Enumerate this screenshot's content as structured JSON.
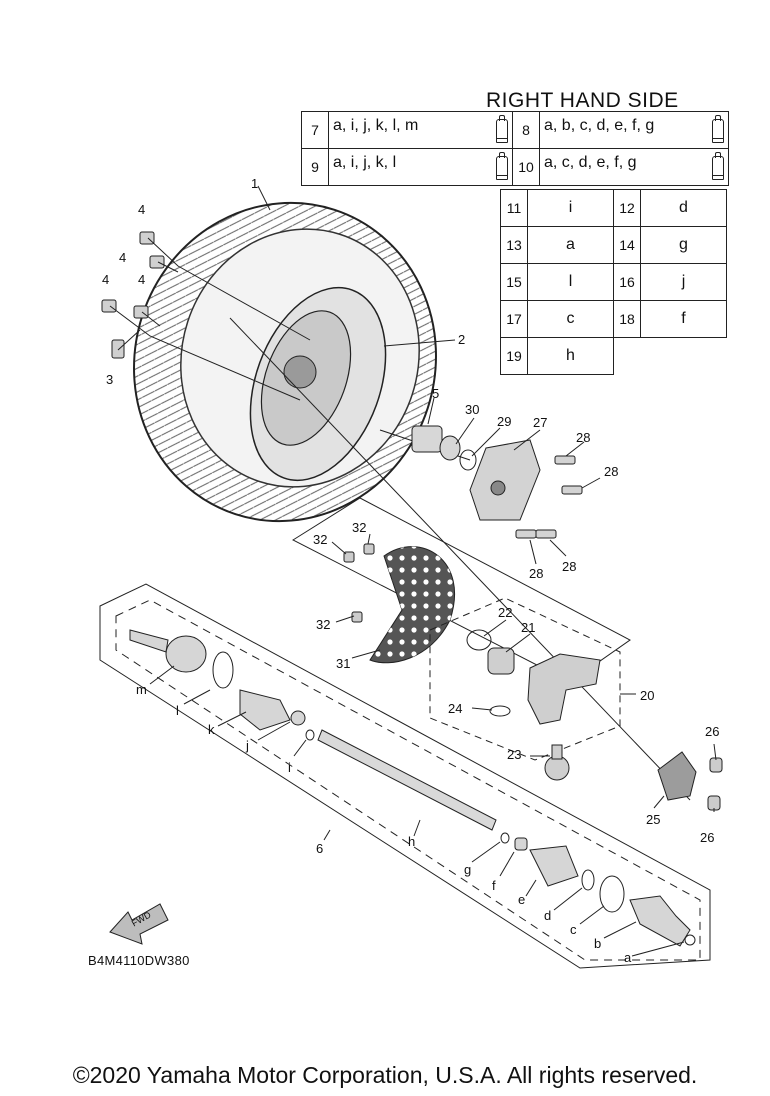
{
  "header": {
    "title": "RIGHT HAND SIDE"
  },
  "wide_rows": [
    {
      "a_num": "7",
      "a_val": "a, i, j, k, l, m",
      "b_num": "8",
      "b_val": "a, b, c, d, e, f, g"
    },
    {
      "a_num": "9",
      "a_val": "a, i, j, k, l",
      "b_num": "10",
      "b_val": "a, c, d, e, f, g"
    }
  ],
  "narrow_rows": [
    {
      "a_num": "11",
      "a_val": "i",
      "b_num": "12",
      "b_val": "d"
    },
    {
      "a_num": "13",
      "a_val": "a",
      "b_num": "14",
      "b_val": "g"
    },
    {
      "a_num": "15",
      "a_val": "l",
      "b_num": "16",
      "b_val": "j"
    },
    {
      "a_num": "17",
      "a_val": "c",
      "b_num": "18",
      "b_val": "f"
    },
    {
      "a_num": "19",
      "a_val": "h"
    }
  ],
  "callouts": {
    "c1": "1",
    "c2": "2",
    "c3": "3",
    "c4a": "4",
    "c4b": "4",
    "c4c": "4",
    "c4d": "4",
    "c5": "5",
    "c6": "6",
    "c20": "20",
    "c21": "21",
    "c22": "22",
    "c23": "23",
    "c24": "24",
    "c25": "25",
    "c26a": "26",
    "c26b": "26",
    "c27": "27",
    "c28a": "28",
    "c28b": "28",
    "c28c": "28",
    "c28d": "28",
    "c29": "29",
    "c30": "30",
    "c31": "31",
    "c32a": "32",
    "c32b": "32",
    "c32c": "32",
    "la": "a",
    "lb": "b",
    "lc": "c",
    "ld": "d",
    "le": "e",
    "lf": "f",
    "lg": "g",
    "lh": "h",
    "li": "i",
    "lj": "j",
    "lk": "k",
    "ll": "l",
    "lm": "m"
  },
  "fwd_label": "FWD",
  "diagram_code": "B4M4110DW380",
  "copyright": "©2020 Yamaha Motor Corporation, U.S.A. All rights reserved."
}
